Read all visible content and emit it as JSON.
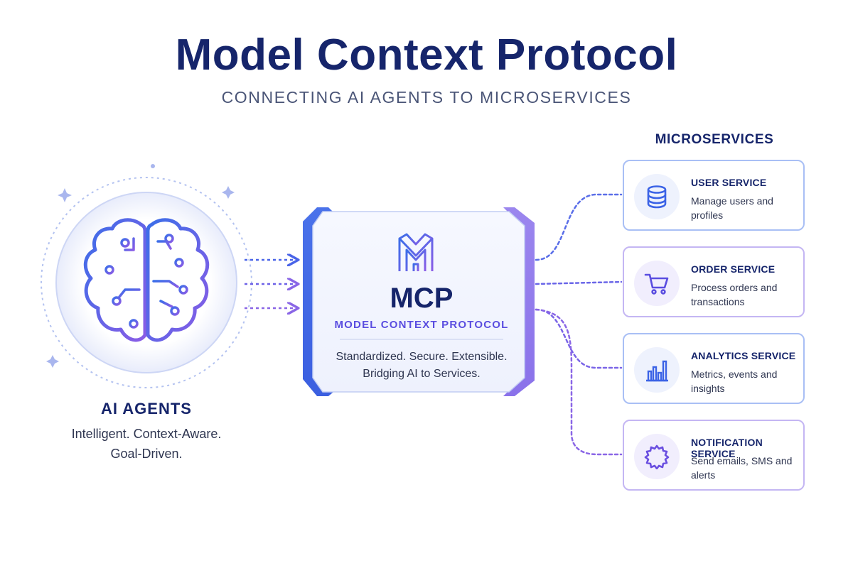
{
  "header": {
    "title": "Model Context Protocol",
    "subtitle": "CONNECTING AI AGENTS TO MICROSERVICES"
  },
  "agents": {
    "title": "AI AGENTS",
    "description_line1": "Intelligent. Context-Aware.",
    "description_line2": "Goal-Driven.",
    "icon": "brain-circuit-icon"
  },
  "mcp": {
    "acronym": "MCP",
    "full_name": "MODEL CONTEXT PROTOCOL",
    "tagline_line1": "Standardized. Secure. Extensible.",
    "tagline_line2": "Bridging AI to Services.",
    "icon": "mcp-logo-icon"
  },
  "microservices": {
    "heading": "MICROSERVICES",
    "services": [
      {
        "name": "USER SERVICE",
        "description": "Manage users and profiles",
        "icon": "database-icon"
      },
      {
        "name": "ORDER SERVICE",
        "description": "Process orders and transactions",
        "icon": "shopping-cart-icon"
      },
      {
        "name": "ANALYTICS SERVICE",
        "description": "Metrics, events and insights",
        "icon": "bar-chart-icon"
      },
      {
        "name": "NOTIFICATION SERVICE",
        "description": "Send emails, SMS and alerts",
        "icon": "gear-icon"
      }
    ]
  },
  "colors": {
    "navy": "#16256b",
    "blue": "#3b63e6",
    "purple": "#7c5ce8",
    "card_border_blue": "#a9bff5",
    "card_border_purple": "#c4b6f3"
  }
}
